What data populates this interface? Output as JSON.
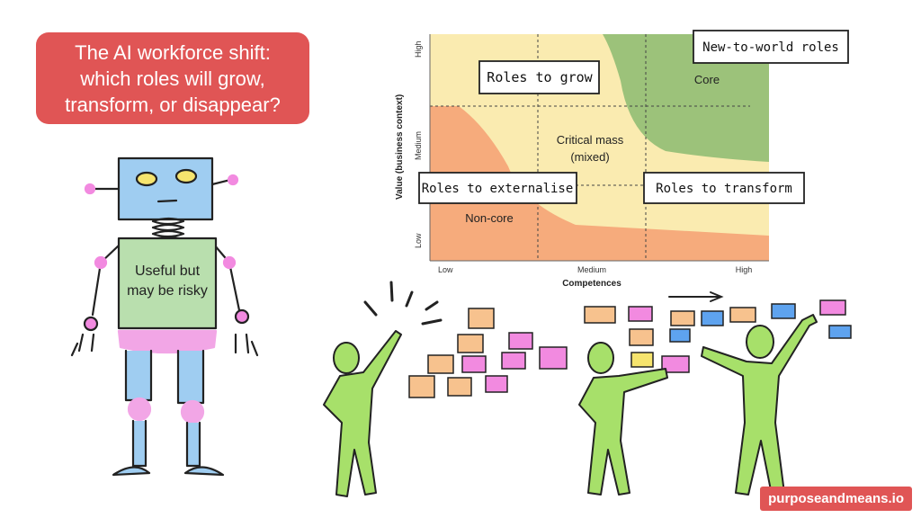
{
  "title": {
    "lines": [
      "The AI workforce shift:",
      "which roles will grow,",
      "transform, or disappear?"
    ]
  },
  "robot": {
    "label_lines": [
      "Useful but",
      "may be risky"
    ]
  },
  "matrix": {
    "y_axis_label": "Value (business context)",
    "x_axis_label": "Competences",
    "y_ticks": [
      "Low",
      "Medium",
      "High"
    ],
    "x_ticks": [
      "Low",
      "Medium",
      "High"
    ],
    "zones": {
      "core": "Core",
      "critical_line1": "Critical mass",
      "critical_line2": "(mixed)",
      "noncore": "Non-core"
    },
    "callouts": {
      "new_to_world": "New-to-world roles",
      "grow": "Roles to grow",
      "externalise": "Roles to externalise",
      "transform": "Roles to transform"
    },
    "colors": {
      "green": "#9cc27a",
      "yellow": "#faebb0",
      "orange": "#f6ab7c"
    }
  },
  "people": {
    "sticky_colors": {
      "orange": "#f7c28e",
      "pink": "#f28ae0",
      "blue": "#5ea3ef",
      "yellow": "#f6e46e",
      "green": "#a7e06a"
    }
  },
  "brand": "purposeandmeans.io"
}
